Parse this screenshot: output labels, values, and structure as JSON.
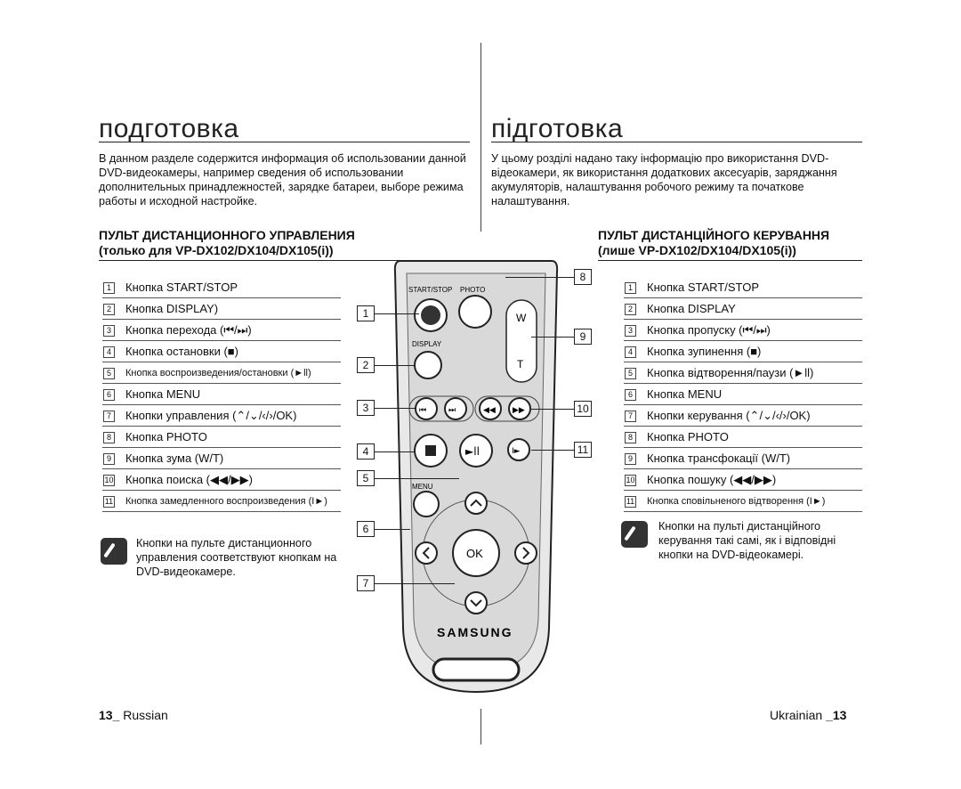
{
  "ru": {
    "title": "подготовка",
    "intro": "В данном разделе содержится информация об использовании данной DVD-видеокамеры, например сведения об использовании дополнительных принадлежностей, зарядке батареи, выборе режима работы и исходной настройке.",
    "section_title": "ПУЛЬТ ДИСТАНЦИОННОГО УПРАВЛЕНИЯ",
    "section_subtitle": "(только для VP-DX102/DX104/DX105(i))",
    "items": [
      {
        "num": "1",
        "label": "Кнопка START/STOP"
      },
      {
        "num": "2",
        "label": "Кнопка DISPLAY)"
      },
      {
        "num": "3",
        "label": "Кнопка перехода (⏮/⏭)"
      },
      {
        "num": "4",
        "label": "Кнопка остановки (■)"
      },
      {
        "num": "5",
        "label": "Кнопка воспроизведения/остановки (►ll)"
      },
      {
        "num": "6",
        "label": "Кнопка MENU"
      },
      {
        "num": "7",
        "label": "Кнопки управления (⌃/⌄/‹/›/OK)"
      },
      {
        "num": "8",
        "label": "Кнопка PHOTO"
      },
      {
        "num": "9",
        "label": "Кнопка зума (W/T)"
      },
      {
        "num": "10",
        "label": "Кнопка поиска (◀◀/▶▶)"
      },
      {
        "num": "11",
        "label": "Кнопка замедленного воспроизведения (I►)"
      }
    ],
    "note": "Кнопки на пульте дистанционного управления соответствуют кнопкам на DVD-видеокамере.",
    "footer": {
      "page": "13_",
      "lang": "Russian"
    }
  },
  "uk": {
    "title": "підготовка",
    "intro": "У цьому розділі надано таку інформацію про використання DVD-відеокамери, як використання додаткових аксесуарів, заряджання акумуляторів, налаштування робочого режиму та початкове налаштування.",
    "section_title": "ПУЛЬТ ДИСТАНЦІЙНОГО КЕРУВАННЯ",
    "section_subtitle": "(лише VP-DX102/DX104/DX105(i))",
    "items": [
      {
        "num": "1",
        "label": "Кнопка START/STOP"
      },
      {
        "num": "2",
        "label": "Кнопка DISPLAY"
      },
      {
        "num": "3",
        "label": "Кнопка пропуску (⏮/⏭)"
      },
      {
        "num": "4",
        "label": "Кнопка зупинення (■)"
      },
      {
        "num": "5",
        "label": "Кнопка відтворення/паузи (►ll)"
      },
      {
        "num": "6",
        "label": "Кнопка MENU"
      },
      {
        "num": "7",
        "label": "Кнопки керування (⌃/⌄/‹/›/OK)"
      },
      {
        "num": "8",
        "label": "Кнопка PHOTO"
      },
      {
        "num": "9",
        "label": "Кнопка трансфокації (W/T)"
      },
      {
        "num": "10",
        "label": "Кнопка пошуку (◀◀/▶▶)"
      },
      {
        "num": "11",
        "label": "Кнопка сповільненого відтворення (I►)"
      }
    ],
    "note": "Кнопки на пульті дистанційного керування такі самі, як і відповідні кнопки на DVD-відеокамері.",
    "footer": {
      "page": "_13",
      "lang": "Ukrainian"
    }
  },
  "remote": {
    "labels": {
      "start_stop": "START/STOP",
      "photo": "PHOTO",
      "display": "DISPLAY",
      "menu": "MENU",
      "ok": "OK",
      "zoom_w": "W",
      "zoom_t": "T",
      "brand": "SAMSUNG"
    },
    "callouts": [
      "1",
      "2",
      "3",
      "4",
      "5",
      "6",
      "7",
      "8",
      "9",
      "10",
      "11"
    ]
  }
}
